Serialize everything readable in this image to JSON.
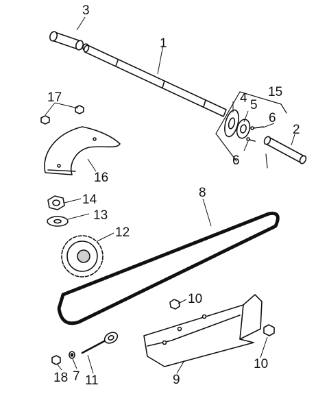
{
  "diagram": {
    "header_text": "",
    "callouts": [
      "3",
      "1",
      "15",
      "4",
      "5",
      "6",
      "2",
      "6",
      "17",
      "16",
      "8",
      "14",
      "13",
      "12",
      "10",
      "10",
      "9",
      "18",
      "7",
      "11"
    ]
  },
  "colors": {
    "ink": "#111111",
    "fill": "#ffffff",
    "shade": "#cfcfcf"
  }
}
